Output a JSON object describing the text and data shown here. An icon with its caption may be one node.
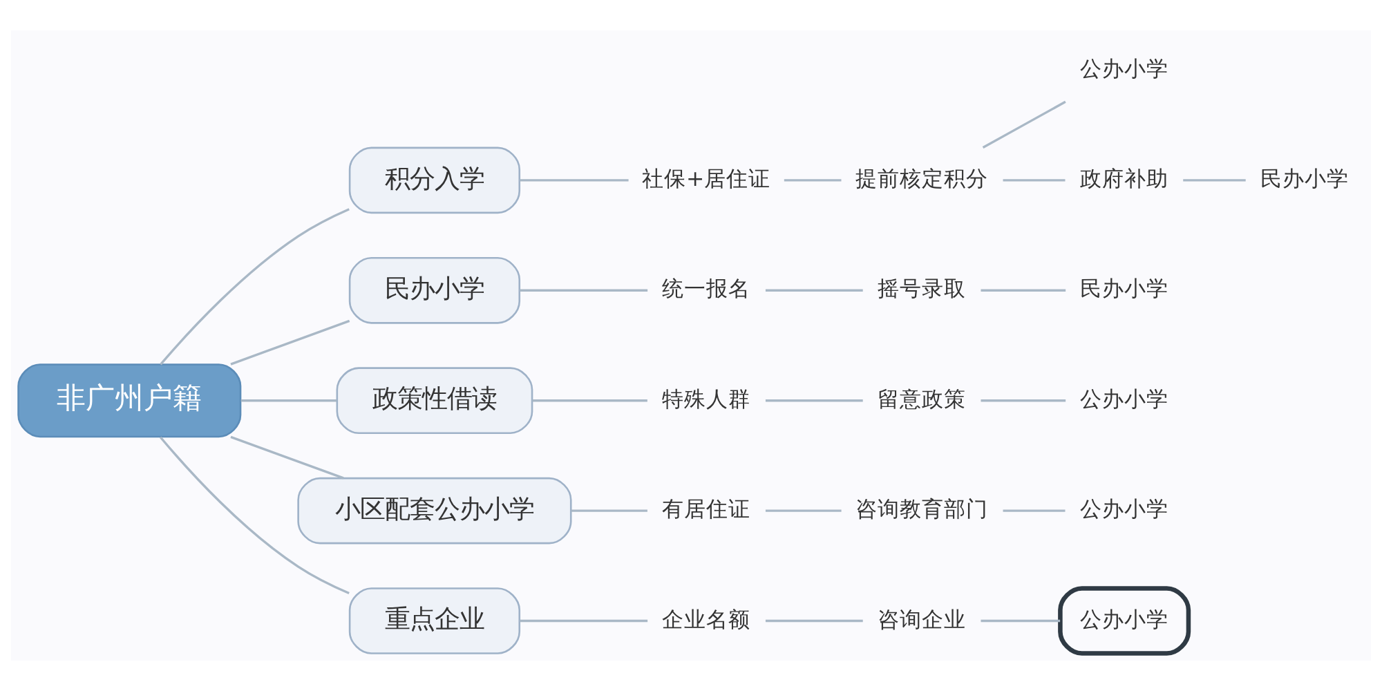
{
  "diagram": {
    "nodes": [
      {
        "text": [
          "非广州户籍"
        ]
      },
      {
        "text": [
          "积分入学"
        ]
      },
      {
        "text": [
          "社保+居住证"
        ]
      },
      {
        "text": [
          "提前核定积分"
        ]
      },
      {
        "text": [
          "公办小学"
        ]
      },
      {
        "text": [
          "政府补助"
        ]
      },
      {
        "text": [
          "民办小学"
        ]
      },
      {
        "text": [
          "民办小学"
        ]
      },
      {
        "text": [
          "统一报名"
        ]
      },
      {
        "text": [
          "摇号录取"
        ]
      },
      {
        "text": [
          "民办小学"
        ]
      },
      {
        "text": [
          "政策性借读"
        ]
      },
      {
        "text": [
          "特殊人群"
        ]
      },
      {
        "text": [
          "留意政策"
        ]
      },
      {
        "text": [
          "公办小学"
        ]
      },
      {
        "text": [
          "小区配套公办小学"
        ]
      },
      {
        "text": [
          "有居住证"
        ]
      },
      {
        "text": [
          "咨询教育部门"
        ]
      },
      {
        "text": [
          "公办小学"
        ]
      },
      {
        "text": [
          "重点企业"
        ]
      },
      {
        "text": [
          "企业名额"
        ]
      },
      {
        "text": [
          "咨询企业"
        ]
      },
      {
        "text": [
          "公办小学"
        ]
      }
    ],
    "edges": [
      {
        "from": 0,
        "to": 1,
        "arrow": "none"
      },
      {
        "from": 1,
        "to": 2,
        "arrow": "none"
      },
      {
        "from": 2,
        "to": 3,
        "arrow": "none"
      },
      {
        "from": 3,
        "to": 4,
        "arrow": "none"
      },
      {
        "from": 3,
        "to": 5,
        "arrow": "none"
      },
      {
        "from": 5,
        "to": 6,
        "arrow": "none"
      },
      {
        "from": 0,
        "to": 7,
        "arrow": "none"
      },
      {
        "from": 7,
        "to": 8,
        "arrow": "none"
      },
      {
        "from": 8,
        "to": 9,
        "arrow": "none"
      },
      {
        "from": 9,
        "to": 10,
        "arrow": "none"
      },
      {
        "from": 0,
        "to": 11,
        "arrow": "none"
      },
      {
        "from": 11,
        "to": 12,
        "arrow": "none"
      },
      {
        "from": 12,
        "to": 13,
        "arrow": "none"
      },
      {
        "from": 13,
        "to": 14,
        "arrow": "none"
      },
      {
        "from": 0,
        "to": 15,
        "arrow": "none"
      },
      {
        "from": 15,
        "to": 16,
        "arrow": "none"
      },
      {
        "from": 16,
        "to": 17,
        "arrow": "none"
      },
      {
        "from": 17,
        "to": 18,
        "arrow": "none"
      },
      {
        "from": 0,
        "to": 19,
        "arrow": "none"
      },
      {
        "from": 19,
        "to": 20,
        "arrow": "none"
      },
      {
        "from": 20,
        "to": 21,
        "arrow": "none"
      },
      {
        "from": 21,
        "to": 22,
        "arrow": "none"
      }
    ]
  }
}
